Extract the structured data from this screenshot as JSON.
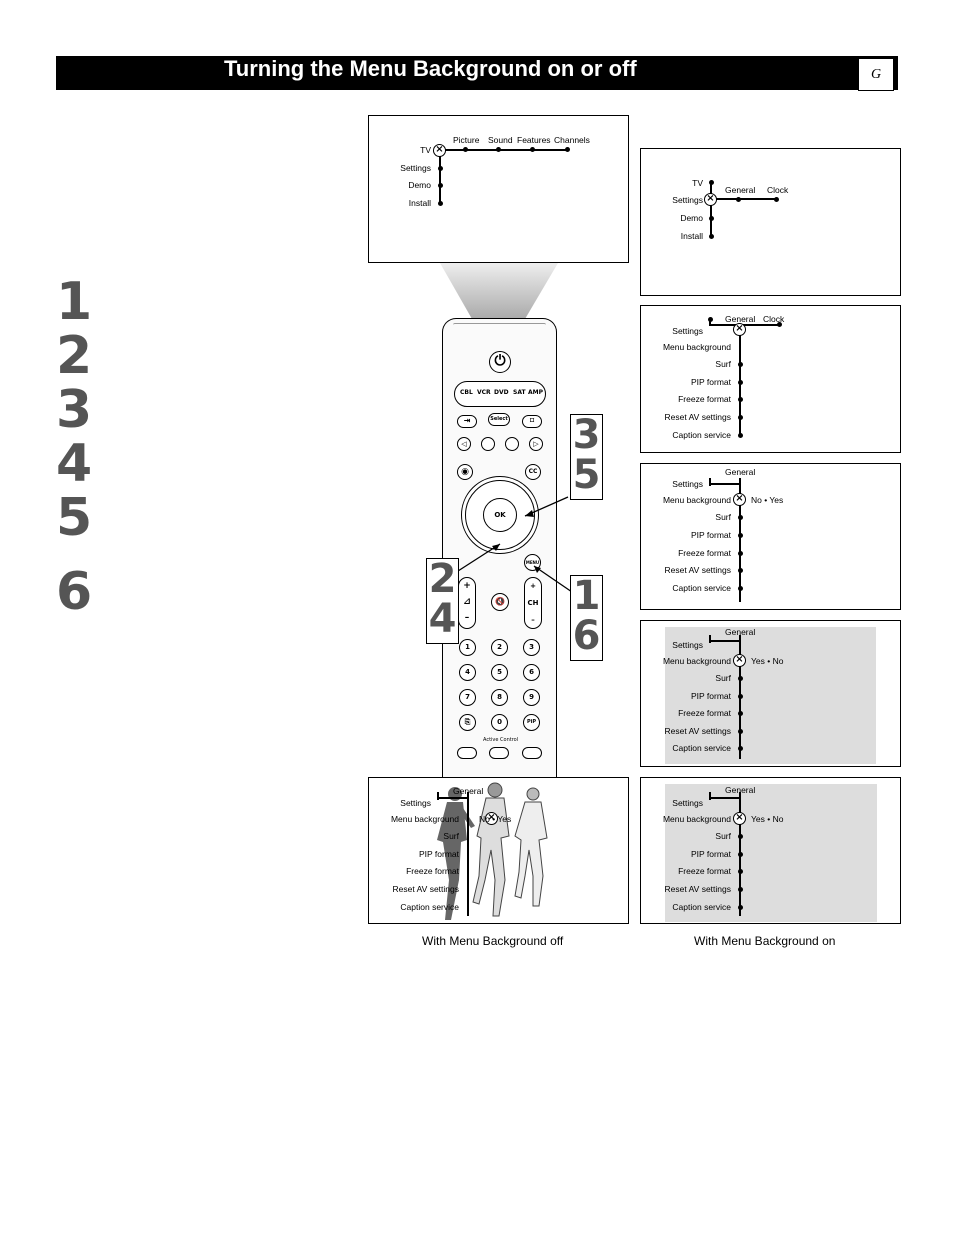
{
  "header": {
    "title": "Turning the Menu Background on or off",
    "tab": "G"
  },
  "steps": [
    "1",
    "2",
    "3",
    "4",
    "5",
    "6"
  ],
  "callouts": {
    "a": [
      "3",
      "5"
    ],
    "b": [
      "2",
      "4"
    ],
    "c": [
      "1",
      "6"
    ]
  },
  "remote": {
    "source_keys": [
      "CBL",
      "VCR",
      "DVD",
      "SAT",
      "AMP"
    ],
    "select": "Select",
    "ok": "OK",
    "cc": "CC",
    "menu": "MENU",
    "ch": "CH",
    "numbers": [
      "1",
      "2",
      "3",
      "4",
      "5",
      "6",
      "7",
      "8",
      "9",
      "0"
    ],
    "pip": "PiP",
    "active_control": "Active Control"
  },
  "panel_tv": {
    "root": [
      "TV",
      "Settings",
      "Demo",
      "Install"
    ],
    "tabs": [
      "Picture",
      "Sound",
      "Features",
      "Channels"
    ]
  },
  "panel_settings": {
    "root": [
      "TV",
      "Settings",
      "Demo",
      "Install"
    ],
    "tabs": [
      "General",
      "Clock"
    ]
  },
  "panel_general": {
    "tabs": [
      "General",
      "Clock"
    ],
    "items": [
      "Settings",
      "Menu background",
      "Surf",
      "PIP format",
      "Freeze format",
      "Reset AV settings",
      "Caption service"
    ]
  },
  "panel_no_yes": {
    "tab": "General",
    "items": [
      "Settings",
      "Menu background",
      "Surf",
      "PIP format",
      "Freeze format",
      "Reset AV settings",
      "Caption service"
    ],
    "options": "No  •  Yes"
  },
  "panel_yes_no": {
    "tab": "General",
    "items": [
      "Settings",
      "Menu background",
      "Surf",
      "PIP format",
      "Freeze format",
      "Reset AV settings",
      "Caption service"
    ],
    "options": "Yes  •  No"
  },
  "panel_off": {
    "tab": "General",
    "items": [
      "Settings",
      "Menu background",
      "Surf",
      "PIP format",
      "Freeze format",
      "Reset AV settings",
      "Caption service"
    ],
    "options": "No  •  Yes"
  },
  "panel_on": {
    "tab": "General",
    "items": [
      "Settings",
      "Menu background",
      "Surf",
      "PIP format",
      "Freeze format",
      "Reset AV settings",
      "Caption service"
    ],
    "options": "Yes  •  No"
  },
  "captions": {
    "off": "With Menu Background off",
    "on": "With Menu Background on"
  }
}
